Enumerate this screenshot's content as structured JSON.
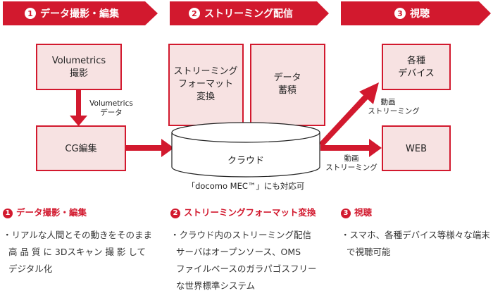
{
  "header": {
    "steps": [
      {
        "num": "1",
        "title": "データ撮影・編集"
      },
      {
        "num": "2",
        "title": "ストリーミング配信"
      },
      {
        "num": "3",
        "title": "視聴"
      }
    ]
  },
  "diagram": {
    "volumetrics_box": [
      "Volumetrics",
      "撮影"
    ],
    "volumetrics_data_label": [
      "Volumetrics",
      "データ"
    ],
    "cg_box": "CG編集",
    "streaming_format_box": [
      "ストリーミング",
      "フォーマット",
      "変換"
    ],
    "data_storage_box": [
      "データ",
      "蓄積"
    ],
    "cloud_label": "クラウド",
    "docomo_note": "「docomo MEC™」にも対応可",
    "devices_box": [
      "各種",
      "デバイス"
    ],
    "web_box": "WEB",
    "upper_arrow_label": [
      "動画",
      "ストリーミング"
    ],
    "lower_arrow_label": [
      "動画",
      "ストリーミング"
    ]
  },
  "sections": [
    {
      "num": "1",
      "title": "データ撮影・編集",
      "lines": [
        "・リアルな人間とその動きをそのまま",
        "高 品 質 に 3Dスキャン 撮 影 して",
        "デジタル化"
      ]
    },
    {
      "num": "2",
      "title": "ストリーミングフォーマット変換",
      "lines": [
        "・クラウド内のストリーミング配信",
        "サーバはオープンソース、OMS",
        "ファイルベースのガラパゴスフリー",
        "な世界標準システム"
      ]
    },
    {
      "num": "3",
      "title": "視聴",
      "lines": [
        "・スマホ、各種デバイス等様々な端末",
        "で視聴可能"
      ]
    }
  ],
  "colors": {
    "accent": "#d2192e",
    "box_fill": "#f7e2e2",
    "box_stroke": "#d2192e"
  }
}
